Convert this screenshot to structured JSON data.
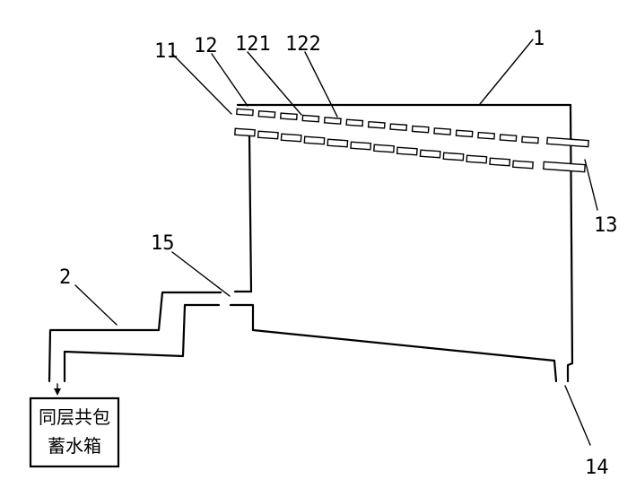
{
  "labels": {
    "l11": "11",
    "l12": "12",
    "l121": "121",
    "l122": "122",
    "l1": "1",
    "l13": "13",
    "l15": "15",
    "l2": "2",
    "l14": "14"
  },
  "tank": {
    "line1": "同层共包",
    "line2": "蓄水箱"
  }
}
